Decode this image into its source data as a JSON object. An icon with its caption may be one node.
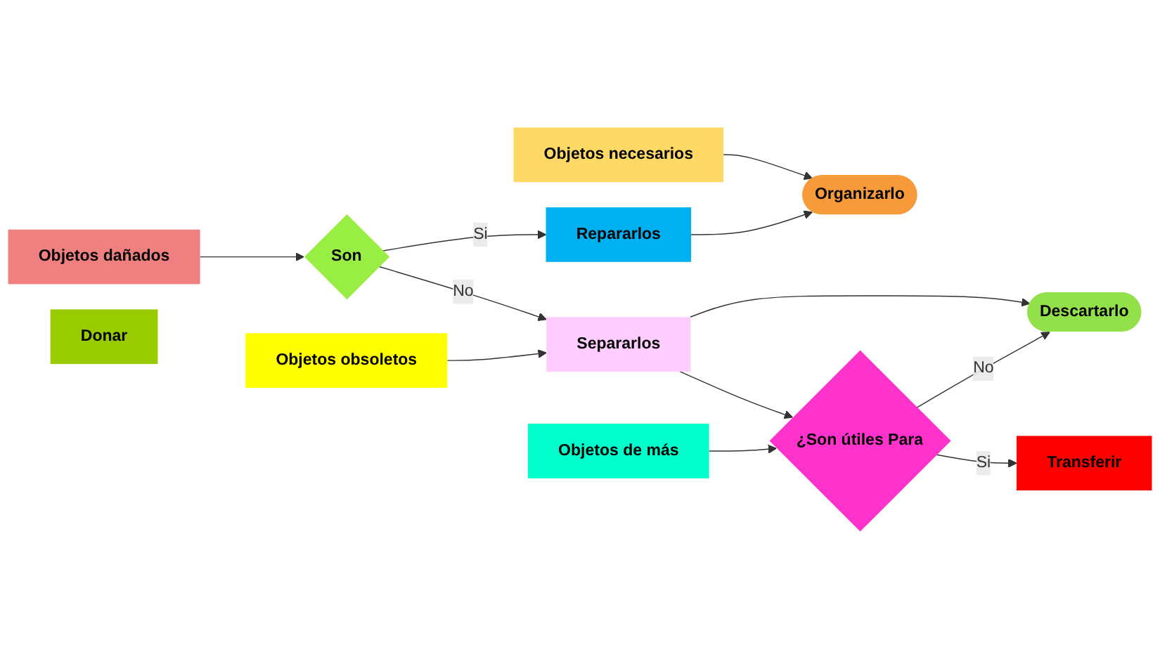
{
  "diagram": {
    "nodes": [
      {
        "text": [
          "Objetos necesarios"
        ]
      },
      {
        "text": [
          "Organizarlo"
        ]
      },
      {
        "text": [
          "Objetos dañados"
        ]
      },
      {
        "text": [
          "Son"
        ]
      },
      {
        "text": [
          "Repararlos"
        ]
      },
      {
        "text": [
          "Objetos obsoletos"
        ]
      },
      {
        "text": [
          "Separarlos"
        ]
      },
      {
        "text": [
          "Descartarlo"
        ]
      },
      {
        "text": [
          "Objetos de más"
        ]
      },
      {
        "text": [
          "¿Son útiles Para"
        ]
      },
      {
        "text": [
          "Donar"
        ]
      },
      {
        "text": [
          "Transferir"
        ]
      }
    ],
    "edges": [
      {
        "from": 0,
        "to": 1,
        "arrow": "to"
      },
      {
        "from": 2,
        "to": 3,
        "arrow": "to"
      },
      {
        "from": 3,
        "to": 4,
        "arrow": "to",
        "label": "Si"
      },
      {
        "from": 4,
        "to": 1,
        "arrow": "to"
      },
      {
        "from": 3,
        "to": 6,
        "arrow": "to",
        "label": "No"
      },
      {
        "from": 5,
        "to": 6,
        "arrow": "to"
      },
      {
        "from": 6,
        "to": 7,
        "arrow": "to"
      },
      {
        "from": 6,
        "to": 9,
        "arrow": "to"
      },
      {
        "from": 8,
        "to": 9,
        "arrow": "to"
      },
      {
        "from": 9,
        "to": 7,
        "arrow": "to",
        "label": "No"
      },
      {
        "from": 9,
        "to": 11,
        "arrow": "to",
        "label": "Si"
      }
    ]
  }
}
